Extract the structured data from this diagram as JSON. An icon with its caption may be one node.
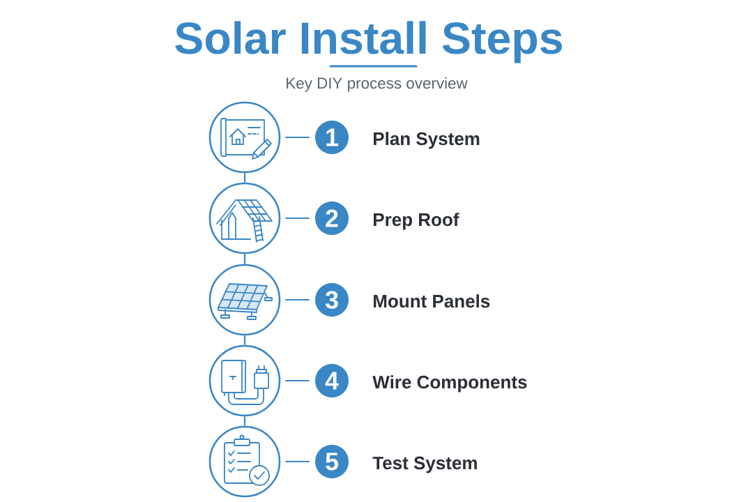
{
  "diagram": {
    "title": "Solar Install Steps",
    "nodes": [
      {
        "text": [],
        "shape": "circle"
      },
      {
        "text": [
          "1"
        ],
        "beside": [
          "Plan System"
        ]
      },
      {
        "text": [],
        "shape": "circle"
      },
      {
        "text": [
          "2"
        ],
        "beside": [
          "Prep Roof"
        ]
      },
      {
        "text": [],
        "shape": "circle"
      },
      {
        "text": [
          "3"
        ],
        "beside": [
          "Mount Panels"
        ]
      },
      {
        "text": [],
        "shape": "circle"
      },
      {
        "text": [
          "4"
        ],
        "beside": [
          "Wire Components"
        ]
      },
      {
        "text": [],
        "shape": "circle"
      },
      {
        "text": [
          "5"
        ],
        "beside": [
          "Test System"
        ]
      }
    ],
    "edges": [
      {
        "from": 0,
        "to": 1,
        "arrow": "none"
      },
      {
        "from": 0,
        "to": 2,
        "arrow": "none"
      },
      {
        "from": 2,
        "to": 3,
        "arrow": "none"
      },
      {
        "from": 2,
        "to": 4,
        "arrow": "none"
      },
      {
        "from": 4,
        "to": 5,
        "arrow": "none"
      },
      {
        "from": 4,
        "to": 6,
        "arrow": "none"
      },
      {
        "from": 6,
        "to": 7,
        "arrow": "none"
      },
      {
        "from": 6,
        "to": 8,
        "arrow": "none"
      },
      {
        "from": 8,
        "to": 9,
        "arrow": "none"
      }
    ],
    "labels": [
      "Key DIY process overview"
    ]
  }
}
